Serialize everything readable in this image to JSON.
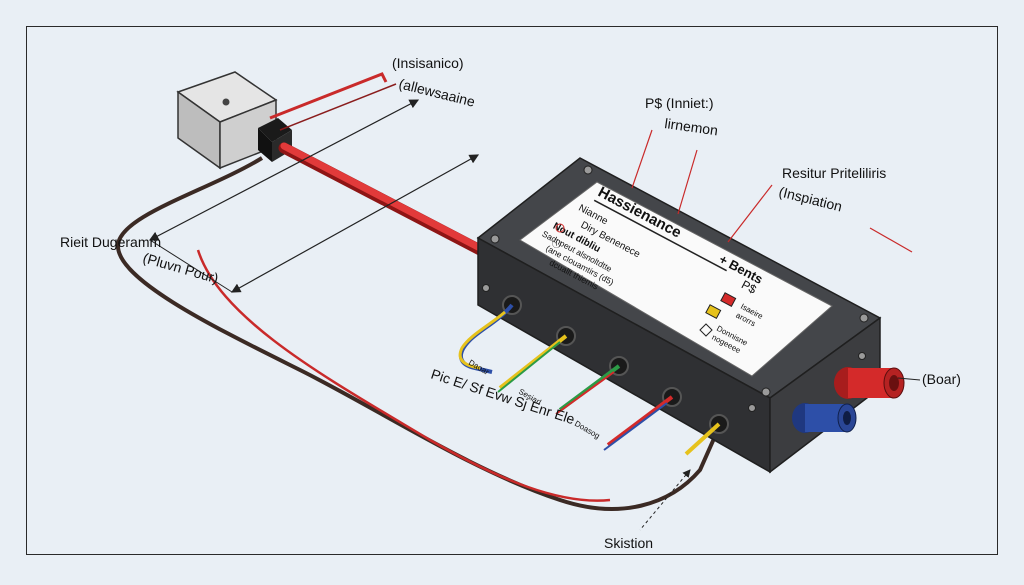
{
  "labels": {
    "top_left_a": "(Insisanico)",
    "top_left_b": "(allewsaaine",
    "left_caption": "Rieit Dugeramm",
    "left_lower": "(Pluvn Pour)",
    "ps_a": "P$ (Inniet:)",
    "ps_b": "lirnemon",
    "right_a": "Resitur Priteliliris",
    "right_b": "(Inspiation",
    "boar": "(Boar)",
    "bottom_row": "Pic  E/ Sf Evw Sj Enr  Ele",
    "skistion": "Skistion",
    "wire_small_1": "Daoar",
    "wire_small_2": "Sesiarl",
    "wire_small_3": "Doasog"
  },
  "panel": {
    "title": "Hassienance",
    "row1": "Nianne",
    "row2": "Diry Benenece",
    "row3": "Nout dibliu",
    "line1": "Sadnpeut alsnoltdtte",
    "line2": "(ane clouamtirs (d5)",
    "line3": "dcuallt thiemis",
    "right_p": "P$",
    "right_bents": "+ Bents",
    "legend1": "Isaeire",
    "legend1b": "arorrs",
    "legend2": "Donnisne",
    "legend2b": "nogeeee"
  },
  "colors": {
    "background": "#e9eff5",
    "box": "#3a3b3e",
    "red_wire": "#d42a2a",
    "dark_wire": "#3b2a24",
    "blue": "#2d4fa8",
    "yellow": "#e6c21c",
    "green": "#2c9b46"
  }
}
